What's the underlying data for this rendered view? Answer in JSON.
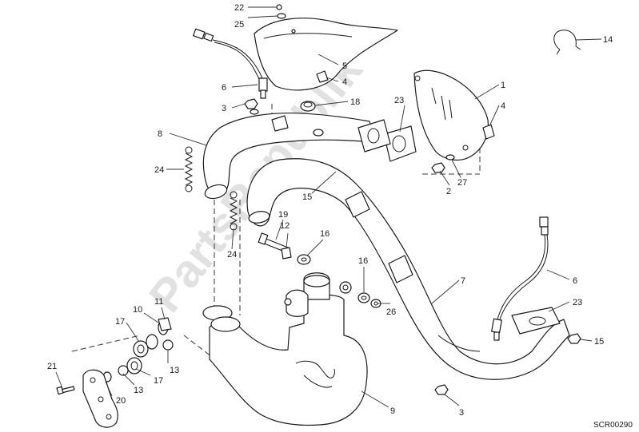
{
  "watermark": "PartsRepublik",
  "drawing_code": "SCR00290",
  "callouts": {
    "c1": "1",
    "c2": "2",
    "c3a": "3",
    "c3b": "3",
    "c4a": "4",
    "c4b": "4",
    "c5": "5",
    "c6a": "6",
    "c6b": "6",
    "c7": "7",
    "c8": "8",
    "c9": "9",
    "c10": "10",
    "c11": "11",
    "c12": "12",
    "c13a": "13",
    "c13b": "13",
    "c14": "14",
    "c15a": "15",
    "c15b": "15",
    "c16a": "16",
    "c16b": "16",
    "c17a": "17",
    "c17b": "17",
    "c18": "18",
    "c19": "19",
    "c20": "20",
    "c21": "21",
    "c22": "22",
    "c23a": "23",
    "c23b": "23",
    "c24a": "24",
    "c24b": "24",
    "c25": "25",
    "c26": "26",
    "c27": "27"
  }
}
